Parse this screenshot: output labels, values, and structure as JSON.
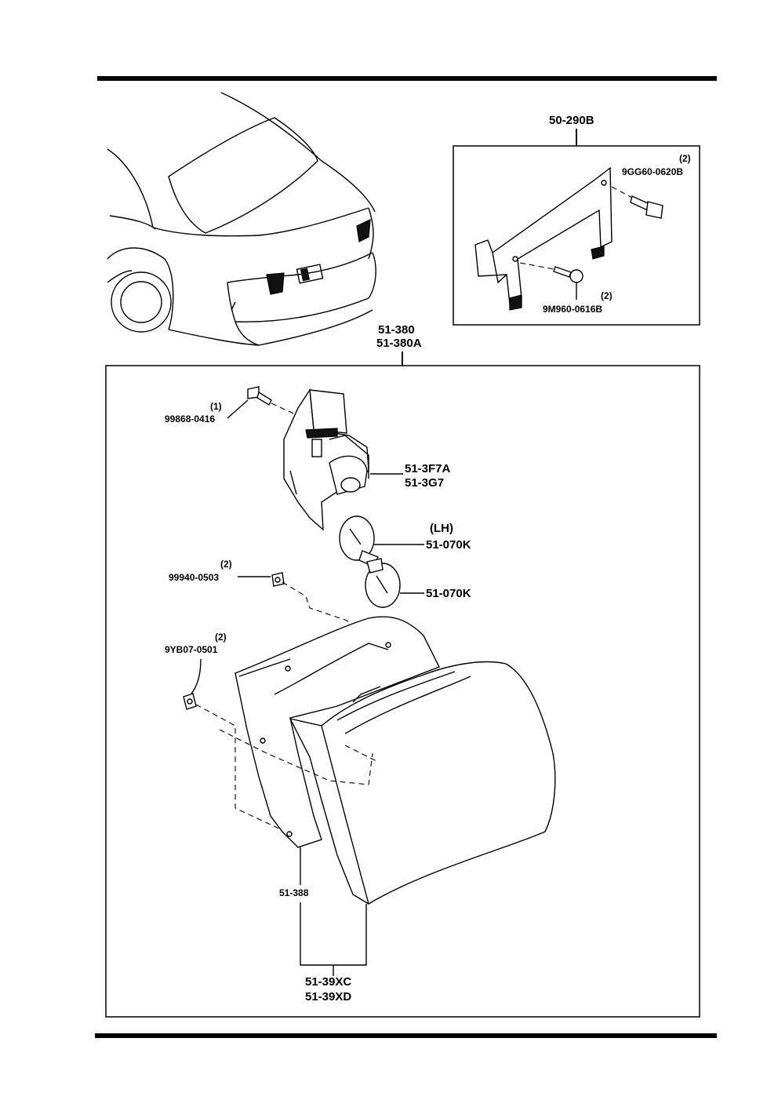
{
  "diagram": {
    "labels": {
      "bracket_assembly": "50-290B",
      "bolt_bracket_qty": "(2)",
      "bolt_bracket": "9GG60-0620B",
      "screw_bracket_qty": "(2)",
      "screw_bracket": "9M960-0616B",
      "lamp_assembly_a": "51-380",
      "lamp_assembly_b": "51-380A",
      "screw_socket_qty": "(1)",
      "screw_socket": "99868-0416",
      "socket_a": "51-3F7A",
      "socket_b": "51-3G7",
      "bulb_side": "(LH)",
      "bulb_upper": "51-070K",
      "bulb_lower": "51-070K",
      "nut_upper_qty": "(2)",
      "nut_upper": "99940-0503",
      "nut_lower_qty": "(2)",
      "nut_lower": "9YB07-0501",
      "gasket": "51-388",
      "lens_a": "51-39XC",
      "lens_b": "51-39XD"
    }
  }
}
